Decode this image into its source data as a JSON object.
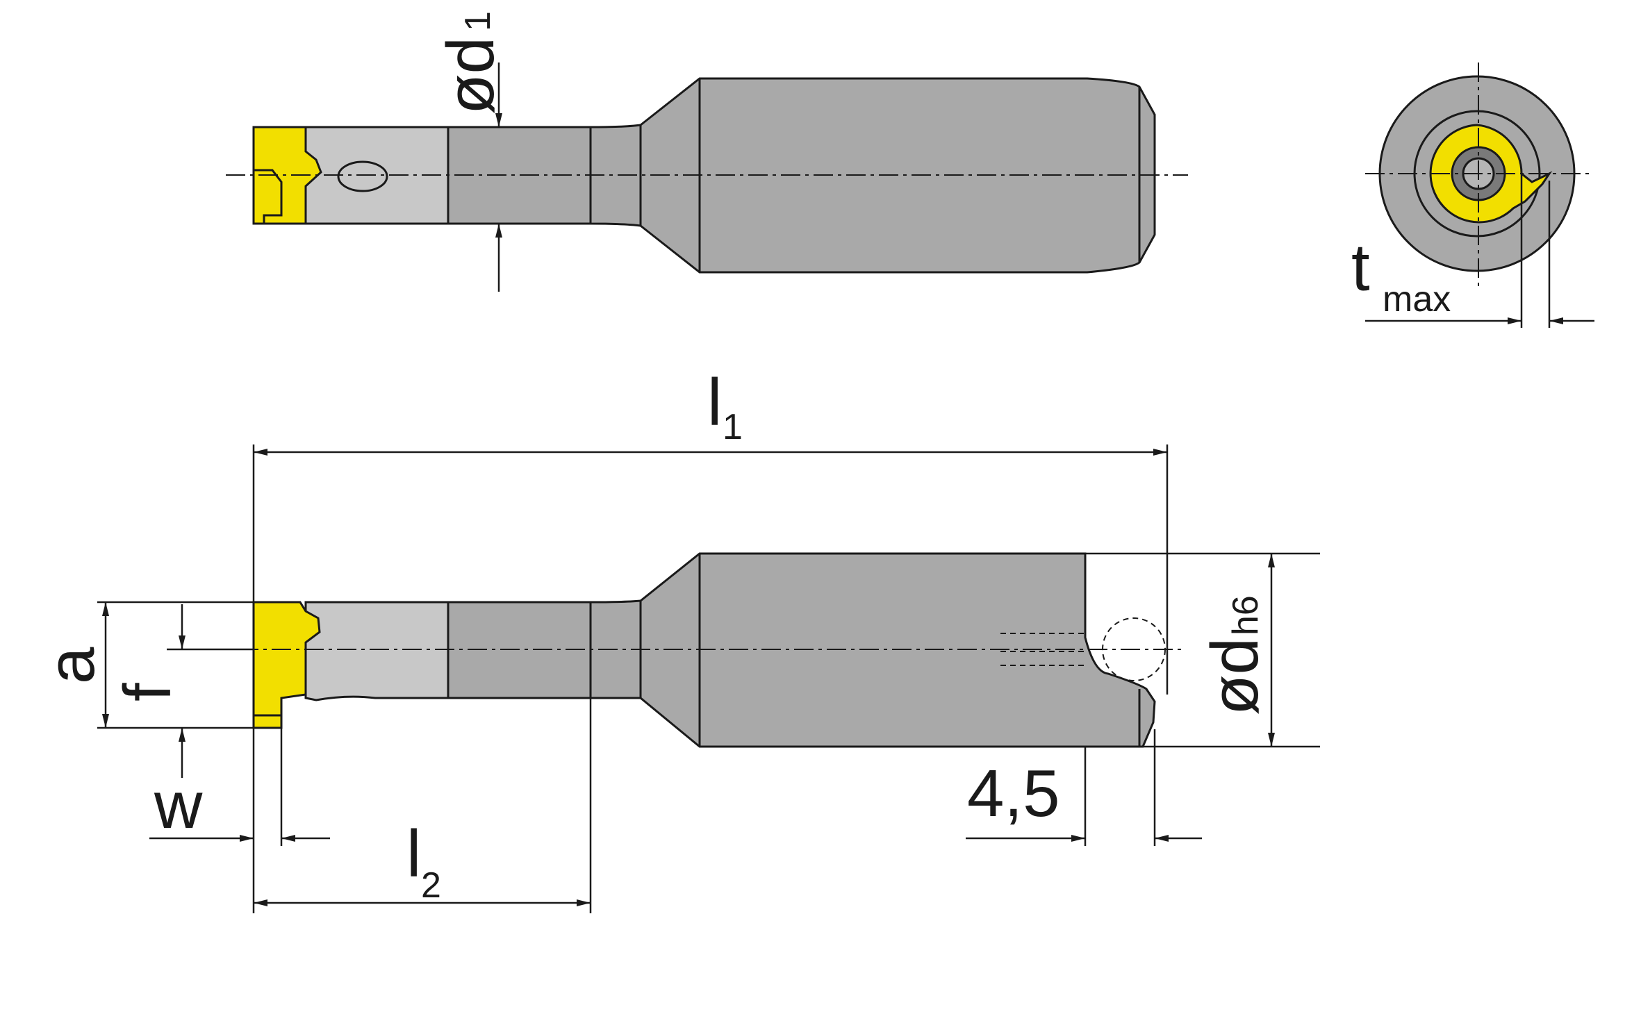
{
  "labels": {
    "d1": "ød",
    "d1_sub": "1",
    "t": "t",
    "t_sub": "max",
    "l1": "l",
    "l1_sub": "1",
    "l2": "l",
    "l2_sub": "2",
    "a": "a",
    "f": "f",
    "w": "w",
    "dh6": "ød",
    "dh6_sub": "h6",
    "dim_45": "4,5"
  },
  "colors": {
    "body": "#a9a9a9",
    "neck": "#c8c8c8",
    "insert": "#f2df00",
    "line": "#1a1a1a"
  }
}
